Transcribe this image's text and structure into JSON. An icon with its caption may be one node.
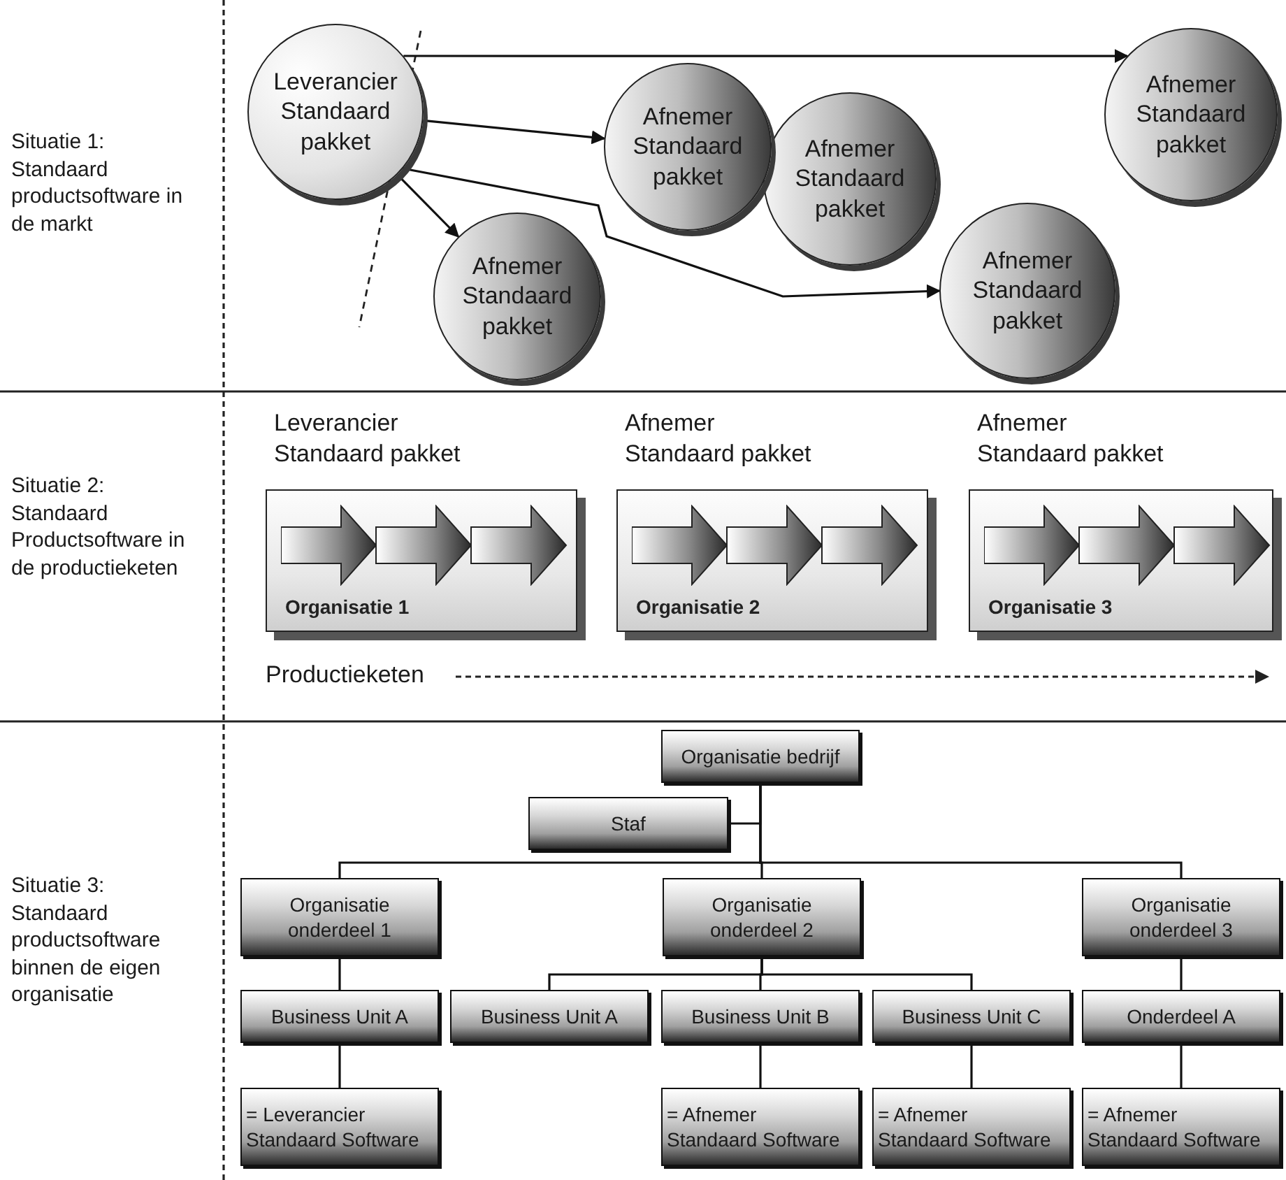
{
  "diagram": {
    "nodes": [
      {
        "text": [
          "Leverancier Standaard pakket"
        ]
      },
      {
        "text": [
          "Afnemer Standaard pakket"
        ]
      },
      {
        "text": [
          "Afnemer Standaard pakket"
        ]
      },
      {
        "text": [
          "Afnemer Standaard pakket"
        ]
      },
      {
        "text": [
          "Afnemer Standaard pakket"
        ]
      },
      {
        "text": [
          "Afnemer Standaard pakket"
        ]
      },
      {
        "text": [
          "Leverancier Standaard pakket",
          "Organisatie 1"
        ]
      },
      {
        "text": [
          "Afnemer Standaard pakket",
          "Organisatie 2"
        ]
      },
      {
        "text": [
          "Afnemer Standaard pakket",
          "Organisatie 3"
        ]
      },
      {
        "text": [
          "Organisatie bedrijf"
        ]
      },
      {
        "text": [
          "Staf"
        ]
      },
      {
        "text": [
          "Organisatie onderdeel 1"
        ]
      },
      {
        "text": [
          "Organisatie onderdeel 2"
        ]
      },
      {
        "text": [
          "Organisatie onderdeel 3"
        ]
      },
      {
        "text": [
          "Business Unit A"
        ]
      },
      {
        "text": [
          "Business Unit A"
        ]
      },
      {
        "text": [
          "Business Unit B"
        ]
      },
      {
        "text": [
          "Business Unit C"
        ]
      },
      {
        "text": [
          "Onderdeel A"
        ]
      },
      {
        "text": [
          "= Leverancier Standaard Software"
        ]
      },
      {
        "text": [
          "= Afnemer Standaard Software"
        ]
      },
      {
        "text": [
          "= Afnemer Standaard Software"
        ]
      },
      {
        "text": [
          "= Afnemer Standaard Software"
        ]
      }
    ],
    "edges": [
      {
        "from": 0,
        "to": 5,
        "arrow": "to"
      },
      {
        "from": 0,
        "to": 1,
        "arrow": "to"
      },
      {
        "from": 0,
        "to": 4,
        "arrow": "to"
      },
      {
        "from": 0,
        "to": 3,
        "arrow": "to"
      },
      {
        "from": 9,
        "to": 10,
        "arrow": "none"
      },
      {
        "from": 9,
        "to": 11,
        "arrow": "none"
      },
      {
        "from": 9,
        "to": 12,
        "arrow": "none"
      },
      {
        "from": 9,
        "to": 13,
        "arrow": "none"
      },
      {
        "from": 11,
        "to": 14,
        "arrow": "none"
      },
      {
        "from": 12,
        "to": 15,
        "arrow": "none"
      },
      {
        "from": 12,
        "to": 16,
        "arrow": "none"
      },
      {
        "from": 12,
        "to": 17,
        "arrow": "none"
      },
      {
        "from": 13,
        "to": 18,
        "arrow": "none"
      },
      {
        "from": 14,
        "to": 19,
        "arrow": "none"
      },
      {
        "from": 16,
        "to": 20,
        "arrow": "none"
      },
      {
        "from": 17,
        "to": 21,
        "arrow": "none"
      },
      {
        "from": 18,
        "to": 22,
        "arrow": "none"
      }
    ],
    "labels": [
      "Situatie 1: Standaard productsoftware in de markt",
      "Situatie 2: Standaard Productsoftware in de productieketen",
      "Situatie 3: Standaard productsoftware binnen de eigen organisatie",
      "Productieketen"
    ]
  }
}
